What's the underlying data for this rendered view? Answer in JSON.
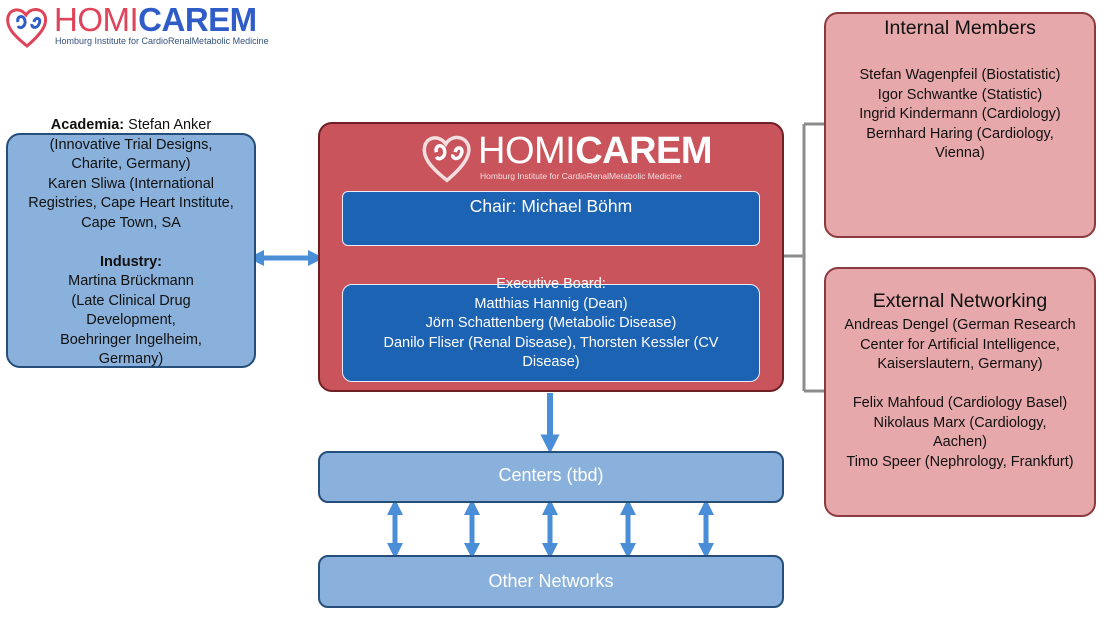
{
  "logo": {
    "word_light": "HOMI",
    "word_bold": "CAREM",
    "tagline": "Homburg Institute for CardioRenalMetabolic Medicine"
  },
  "left_panel": {
    "academia_label": "Academia:",
    "academia_lines": [
      "Stefan Anker",
      "(Innovative Trial Designs,",
      "Charite, Germany)",
      "Karen Sliwa (International",
      "Registries, Cape Heart Institute,",
      "Cape Town, SA"
    ],
    "industry_label": "Industry:",
    "industry_lines": [
      "Martina Brückmann",
      "(Late Clinical Drug",
      "Development,",
      "Boehringer Ingelheim,",
      "Germany)"
    ]
  },
  "center": {
    "chair": "Chair: Michael Böhm",
    "executive_lines": [
      "Executive Board:",
      "Matthias Hannig (Dean)",
      "Jörn Schattenberg (Metabolic Disease)",
      "Danilo Fliser (Renal Disease), Thorsten Kessler (CV",
      "Disease)"
    ]
  },
  "centers_label": "Centers (tbd)",
  "networks_label": "Other Networks",
  "internal": {
    "title": "Internal Members",
    "lines": [
      "Stefan Wagenpfeil (Biostatistic)",
      "Igor Schwantke (Statistic)",
      "Ingrid Kindermann (Cardiology)",
      "Bernhard Haring (Cardiology,",
      "Vienna)"
    ]
  },
  "external": {
    "title": "External Networking",
    "lines": [
      "Andreas Dengel (German Research",
      "Center for Artificial Intelligence,",
      "Kaiserslautern, Germany)",
      "",
      "Felix Mahfoud (Cardiology Basel)",
      "Nikolaus Marx (Cardiology,",
      "Aachen)",
      "Timo Speer (Nephrology, Frankfurt)"
    ]
  },
  "colors": {
    "red_box": "#c9545b",
    "blue_inner": "#1d63b4",
    "light_blue": "#8ab1db",
    "pink_box": "#e6a8aa",
    "arrow_blue": "#4a8ed8",
    "connector_gray": "#8c8c8c"
  }
}
